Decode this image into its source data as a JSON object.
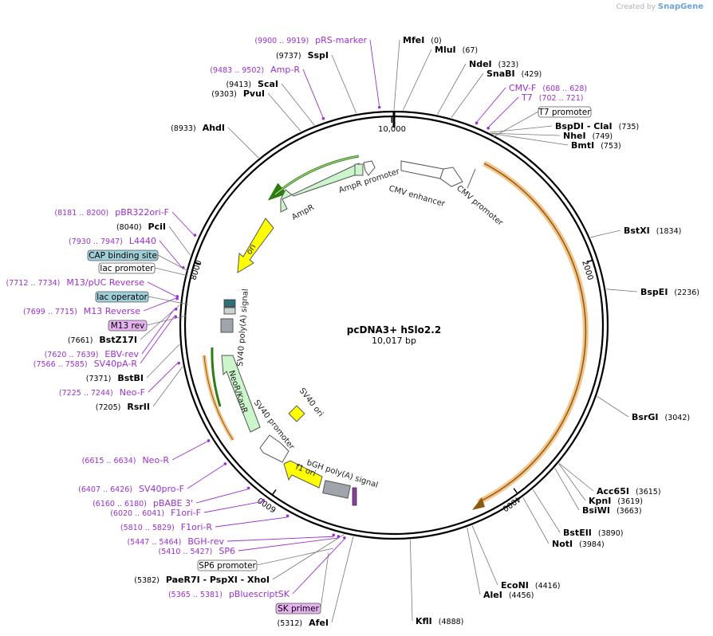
{
  "watermark": {
    "created_by": "Created by",
    "brand": "SnapGene"
  },
  "map": {
    "title": "pcDNA3+ hSlo2.2",
    "length_label": "10,017 bp",
    "total_bp": 10017,
    "colors": {
      "enzyme": "#000000",
      "primer": "#9b30d0",
      "feature_green": "#ccf5cc",
      "ori_yellow": "#ffff00",
      "orange_arrow": "#f0b060",
      "grey_box": "#a0a4ab",
      "label_blue": "#9fcfd9",
      "label_purple": "#e6b3f0"
    }
  },
  "ticks": [
    {
      "label": "10,000",
      "bp": 10000
    },
    {
      "label": "2000",
      "bp": 2000
    },
    {
      "label": "4000",
      "bp": 4000
    },
    {
      "label": "6000",
      "bp": 6000
    },
    {
      "label": "8000",
      "bp": 8000
    }
  ],
  "enzymes": [
    {
      "name": "MfeI",
      "pos": "(0)",
      "bp": 0
    },
    {
      "name": "MluI",
      "pos": "(67)",
      "bp": 67
    },
    {
      "name": "NdeI",
      "pos": "(323)",
      "bp": 323
    },
    {
      "name": "SnaBI",
      "pos": "(429)",
      "bp": 429
    },
    {
      "name": "BspDI - ClaI",
      "pos": "(735)",
      "bp": 735
    },
    {
      "name": "NheI",
      "pos": "(749)",
      "bp": 749
    },
    {
      "name": "BmtI",
      "pos": "(753)",
      "bp": 753
    },
    {
      "name": "BstXI",
      "pos": "(1834)",
      "bp": 1834
    },
    {
      "name": "BspEI",
      "pos": "(2236)",
      "bp": 2236
    },
    {
      "name": "BsrGI",
      "pos": "(3042)",
      "bp": 3042
    },
    {
      "name": "Acc65I",
      "pos": "(3615)",
      "bp": 3615
    },
    {
      "name": "KpnI",
      "pos": "(3619)",
      "bp": 3619
    },
    {
      "name": "BsiWI",
      "pos": "(3663)",
      "bp": 3663
    },
    {
      "name": "BstEII",
      "pos": "(3890)",
      "bp": 3890
    },
    {
      "name": "NotI",
      "pos": "(3984)",
      "bp": 3984
    },
    {
      "name": "EcoNI",
      "pos": "(4416)",
      "bp": 4416
    },
    {
      "name": "AleI",
      "pos": "(4456)",
      "bp": 4456
    },
    {
      "name": "KflI",
      "pos": "(4888)",
      "bp": 4888
    },
    {
      "name": "AfeI",
      "pos": "(5312)",
      "bp": 5312
    },
    {
      "name": "PaeR7I - PspXI - XhoI",
      "pos": "(5382)",
      "bp": 5382
    },
    {
      "name": "RsrII",
      "pos": "(7205)",
      "bp": 7205
    },
    {
      "name": "BstBI",
      "pos": "(7371)",
      "bp": 7371
    },
    {
      "name": "BstZ17I",
      "pos": "(7661)",
      "bp": 7661
    },
    {
      "name": "PciI",
      "pos": "(8040)",
      "bp": 8040
    },
    {
      "name": "AhdI",
      "pos": "(8933)",
      "bp": 8933
    },
    {
      "name": "PvuI",
      "pos": "(9303)",
      "bp": 9303
    },
    {
      "name": "ScaI",
      "pos": "(9413)",
      "bp": 9413
    },
    {
      "name": "SspI",
      "pos": "(9737)",
      "bp": 9737
    }
  ],
  "primers": [
    {
      "name": "pRS-marker",
      "range": "(9900 .. 9919)",
      "bp": 9910
    },
    {
      "name": "Amp-R",
      "range": "(9483 .. 9502)",
      "bp": 9492
    },
    {
      "name": "CMV-F",
      "range": "(608 .. 628)",
      "bp": 618
    },
    {
      "name": "T7",
      "range": "(702 .. 721)",
      "bp": 711
    },
    {
      "name": "pBR322ori-F",
      "range": "(8181 .. 8200)",
      "bp": 8190
    },
    {
      "name": "L4440",
      "range": "(7930 .. 7947)",
      "bp": 7938
    },
    {
      "name": "M13/pUC Reverse",
      "range": "(7712 .. 7734)",
      "bp": 7723
    },
    {
      "name": "M13 Reverse",
      "range": "(7699 .. 7715)",
      "bp": 7707
    },
    {
      "name": "EBV-rev",
      "range": "(7620 .. 7639)",
      "bp": 7630
    },
    {
      "name": "SV40pA-R",
      "range": "(7566 .. 7585)",
      "bp": 7575
    },
    {
      "name": "Neo-F",
      "range": "(7225 .. 7244)",
      "bp": 7234
    },
    {
      "name": "Neo-R",
      "range": "(6615 .. 6634)",
      "bp": 6624
    },
    {
      "name": "SV40pro-F",
      "range": "(6407 .. 6426)",
      "bp": 6416
    },
    {
      "name": "pBABE 3'",
      "range": "(6160 .. 6180)",
      "bp": 6170
    },
    {
      "name": "F1ori-F",
      "range": "(6020 .. 6041)",
      "bp": 6030
    },
    {
      "name": "F1ori-R",
      "range": "(5810 .. 5829)",
      "bp": 5819
    },
    {
      "name": "BGH-rev",
      "range": "(5447 .. 5464)",
      "bp": 5455
    },
    {
      "name": "SP6",
      "range": "(5410 .. 5427)",
      "bp": 5418
    },
    {
      "name": "pBluescriptSK",
      "range": "(5365 .. 5381)",
      "bp": 5373
    }
  ],
  "boxed_labels": [
    {
      "name": "T7 promoter",
      "kind": "plain"
    },
    {
      "name": "CAP binding site",
      "kind": "blue"
    },
    {
      "name": "lac promoter",
      "kind": "plain"
    },
    {
      "name": "lac operator",
      "kind": "blue"
    },
    {
      "name": "M13 rev",
      "kind": "purple"
    },
    {
      "name": "SP6 promoter",
      "kind": "plain"
    },
    {
      "name": "SK primer",
      "kind": "purple"
    }
  ],
  "features": [
    {
      "name": "AmpR promoter"
    },
    {
      "name": "AmpR"
    },
    {
      "name": "CMV enhancer"
    },
    {
      "name": "CMV promoter"
    },
    {
      "name": "ori"
    },
    {
      "name": "SV40 poly(A) signal"
    },
    {
      "name": "NeoR/KanR"
    },
    {
      "name": "SV40 promoter"
    },
    {
      "name": "SV40 ori"
    },
    {
      "name": "f1 ori"
    },
    {
      "name": "bGH poly(A) signal"
    }
  ]
}
